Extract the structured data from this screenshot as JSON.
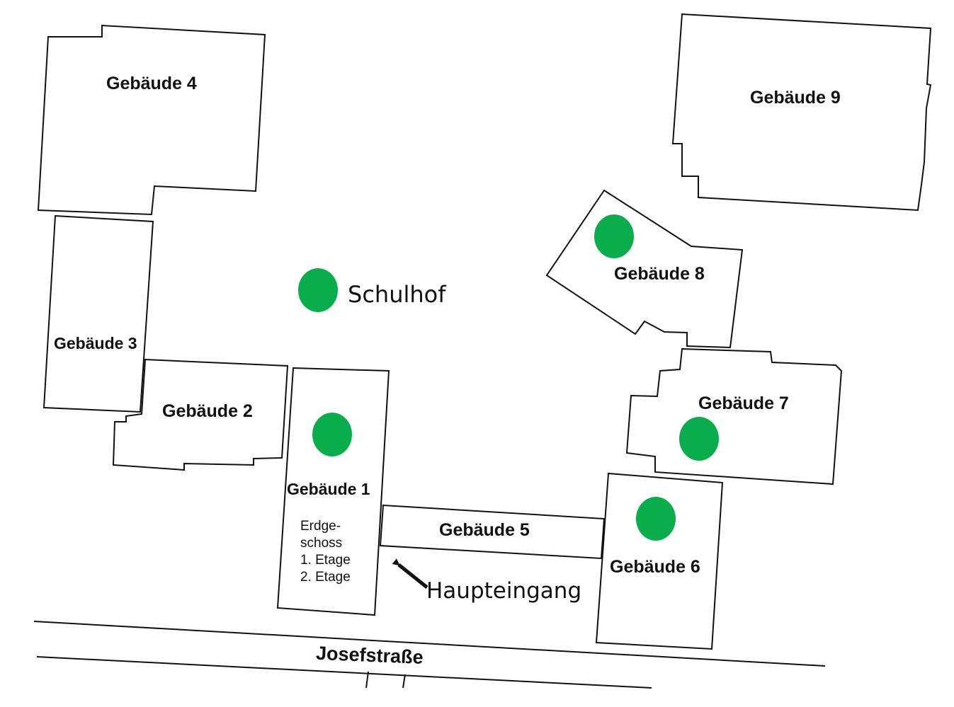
{
  "map": {
    "buildings": {
      "b1": "Gebäude 1",
      "b2": "Gebäude 2",
      "b3": "Gebäude 3",
      "b4": "Gebäude 4",
      "b5": "Gebäude 5",
      "b6": "Gebäude 6",
      "b7": "Gebäude 7",
      "b8": "Gebäude 8",
      "b9": "Gebäude 9"
    },
    "schoolyard": "Schulhof",
    "floors": [
      "Erdge-",
      "schoss",
      "1. Etage",
      "2. Etage"
    ],
    "main_entrance": "Haupteingang",
    "street": "Josefstraße"
  },
  "colors": {
    "marker": "#0aad4b",
    "outline": "#111111",
    "background": "#ffffff"
  },
  "icons": {
    "marker": "green-circle-marker-icon",
    "entrance": "arrow-up-left-icon"
  }
}
